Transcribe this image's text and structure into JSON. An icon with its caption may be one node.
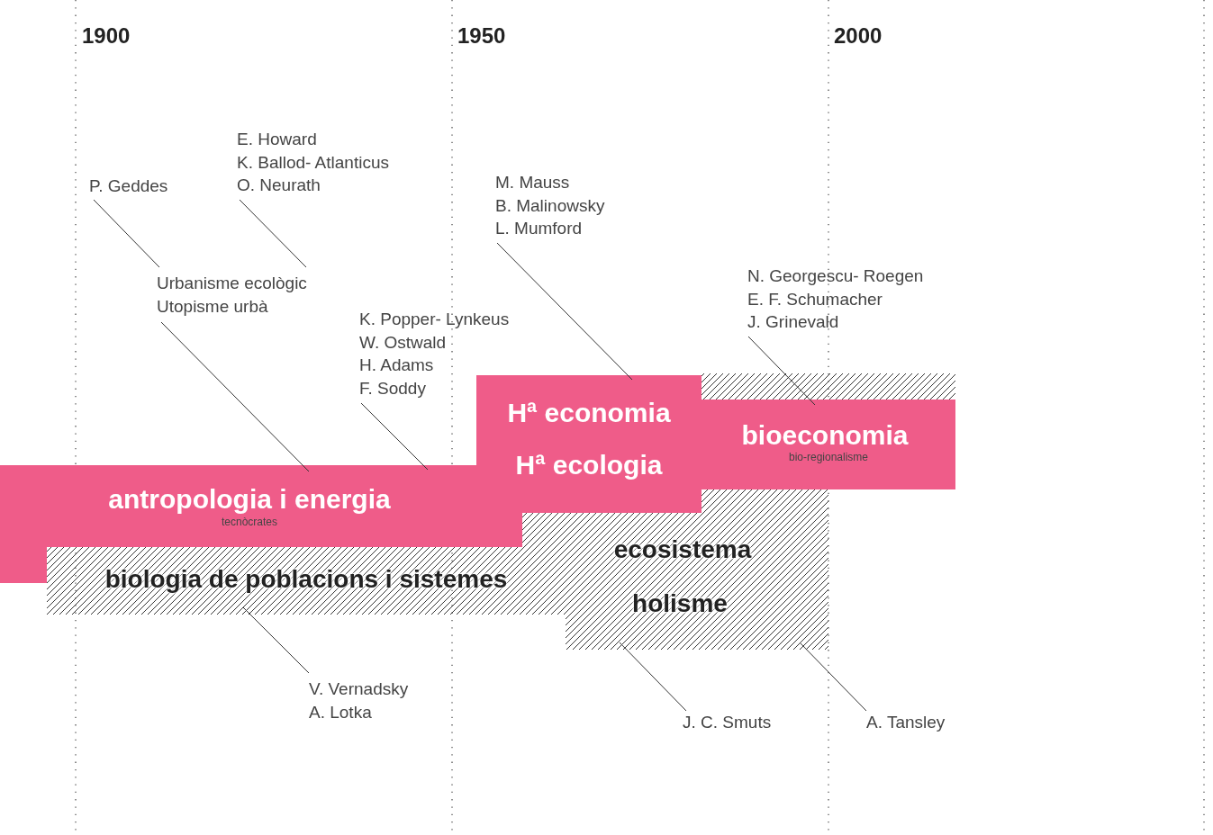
{
  "diagram": {
    "nodes": [
      {
        "text": [
          "P. Geddes"
        ]
      },
      {
        "text": [
          "E. Howard",
          "K. Ballod- Atlanticus",
          "O. Neurath"
        ]
      },
      {
        "text": [
          "Urbanisme ecològic",
          "Utopisme urbà"
        ]
      },
      {
        "text": [
          "K. Popper- Lynkeus",
          "W. Ostwald",
          "H. Adams",
          "F. Soddy"
        ]
      },
      {
        "text": [
          "M. Mauss",
          "B. Malinowsky",
          "L. Mumford"
        ]
      },
      {
        "text": [
          "N. Georgescu- Roegen",
          "E. F. Schumacher",
          "J. Grinevald"
        ]
      },
      {
        "text": [
          "Hª economia",
          "Hª ecologia"
        ]
      },
      {
        "text": [],
        "shape": "box"
      },
      {
        "text": [
          "bioeconomia",
          "bio-regionalisme"
        ]
      },
      {
        "text": [
          "antropologia i energia",
          "tecnòcrates"
        ]
      },
      {
        "text": [
          "biologia de poblacions i sistemes"
        ]
      },
      {
        "text": [
          "ecosistema",
          "holisme"
        ]
      },
      {
        "text": [
          "V. Vernadsky",
          "A. Lotka"
        ]
      },
      {
        "text": [
          "J. C. Smuts"
        ]
      },
      {
        "text": [
          "A. Tansley"
        ]
      }
    ],
    "edges": [
      {
        "from": 0,
        "to": 2,
        "arrow": "none"
      },
      {
        "from": 1,
        "to": 2,
        "arrow": "none"
      },
      {
        "from": 2,
        "to": 9,
        "arrow": "none"
      },
      {
        "from": 3,
        "to": 9,
        "arrow": "none"
      },
      {
        "from": 4,
        "to": 6,
        "arrow": "none"
      },
      {
        "from": 5,
        "to": 8,
        "arrow": "none"
      },
      {
        "from": 12,
        "to": 10,
        "arrow": "none"
      },
      {
        "from": 13,
        "to": 11,
        "arrow": "none"
      },
      {
        "from": 14,
        "to": 11,
        "arrow": "none"
      }
    ],
    "labels": [
      "1900",
      "1950",
      "2000"
    ]
  }
}
